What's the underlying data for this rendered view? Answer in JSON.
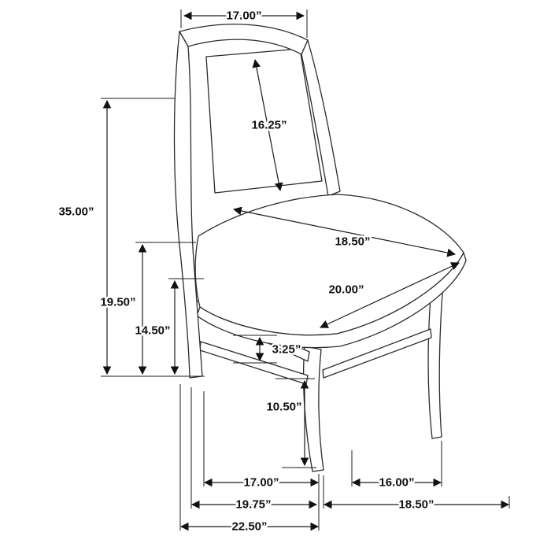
{
  "diagram": {
    "subject": "dining-chair-dimension-drawing",
    "colors": {
      "line": "#1c1c1c",
      "background": "#ffffff",
      "mesh_dot": "#9a9a9a"
    }
  },
  "dims": {
    "back_top_width": "17.00”",
    "back_panel_height": "16.25”",
    "overall_height": "35.00”",
    "seat_height_rear": "19.50”",
    "seat_height_front": "14.50”",
    "seat_depth_diagonal": "18.50”",
    "seat_width_diagonal": "20.00”",
    "stretcher_thickness": "3.25”",
    "stretcher_to_floor": "10.50”",
    "front_leg_spacing": "17.00”",
    "side_leg_spacing": "16.00”",
    "base_depth": "19.75”",
    "base_width": "18.50”",
    "overall_depth": "22.50”"
  }
}
